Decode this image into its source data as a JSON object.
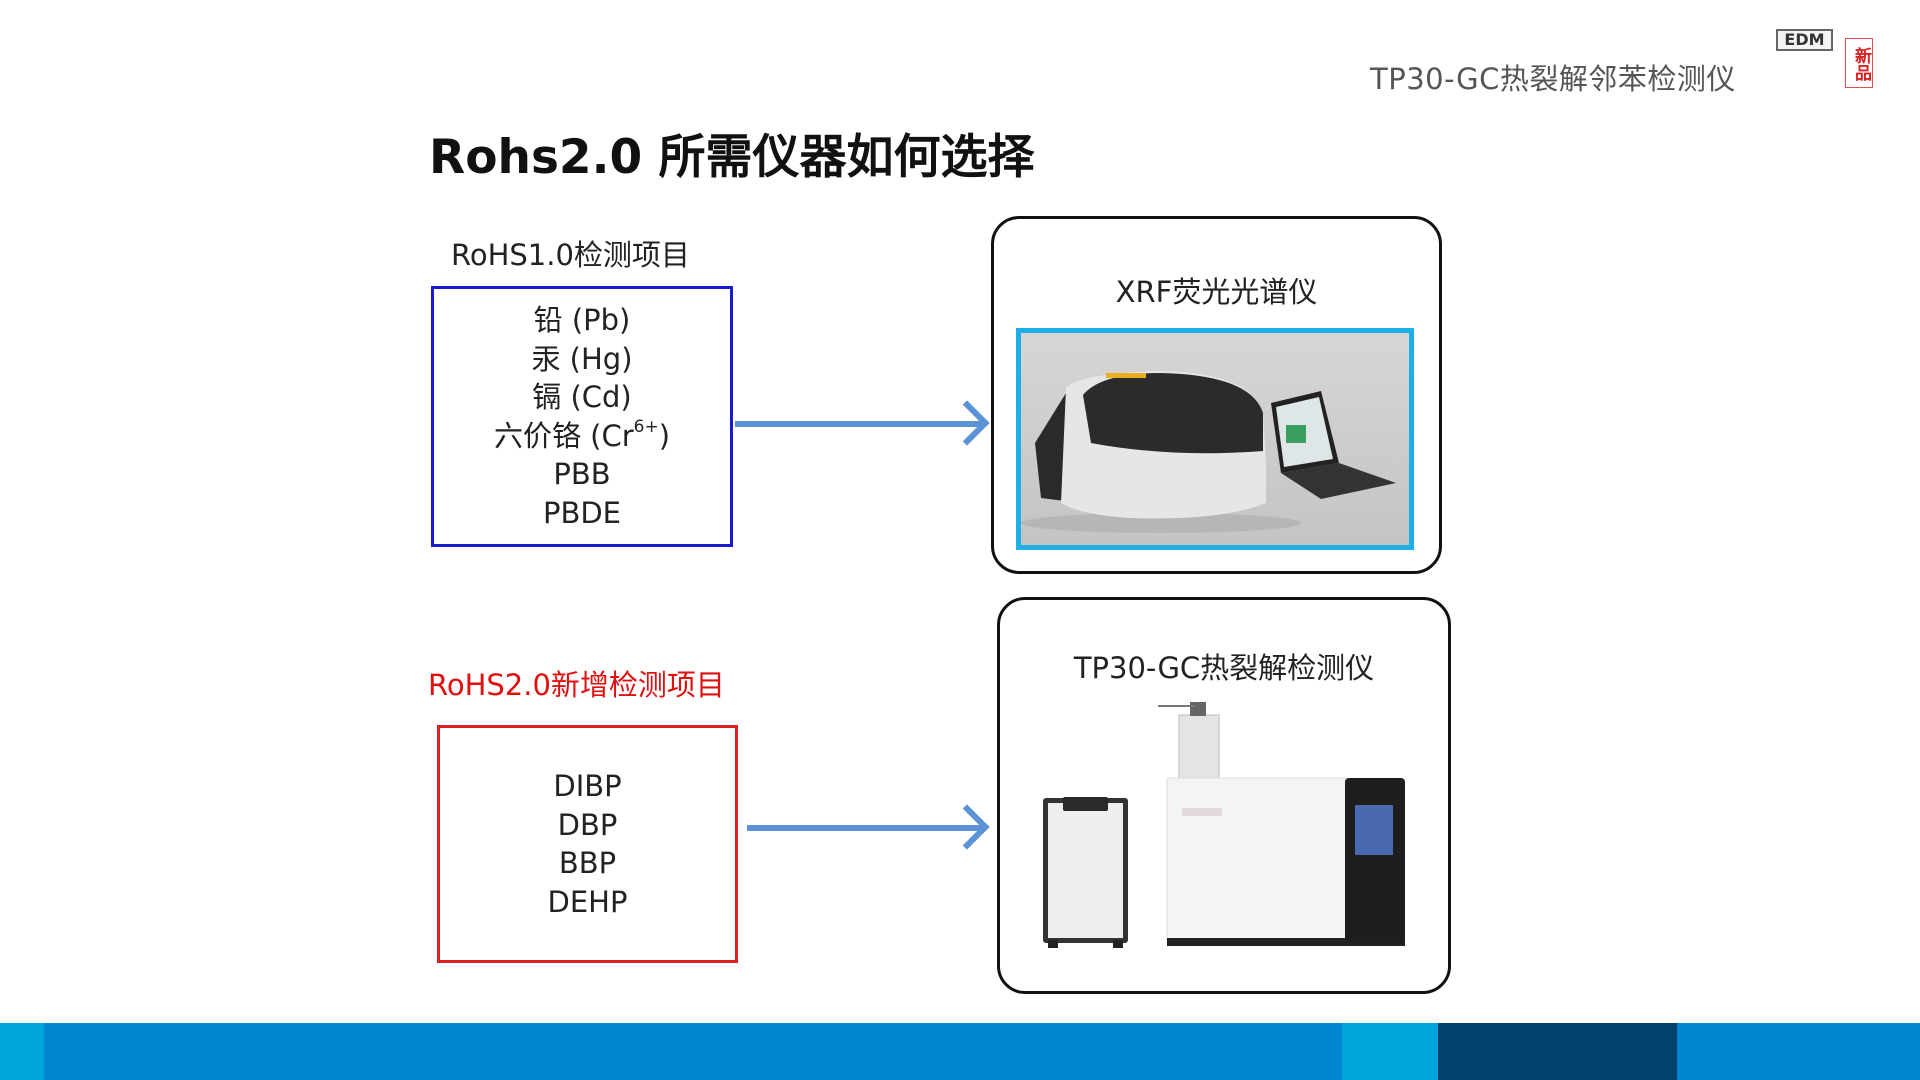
{
  "header": {
    "product_title": "TP30-GC热裂解邻苯检测仪",
    "brand_badge": "EDM",
    "new_stamp": "新品"
  },
  "slide_title": "Rohs2.0 所需仪器如何选择",
  "rohs1": {
    "label": "RoHS1.0检测项目",
    "items": [
      "铅 (Pb)",
      "汞 (Hg)",
      "镉 (Cd)",
      "六价铬 (Cr",
      "PBB",
      "PBDE"
    ],
    "cr_superscript": "6+",
    "cr_close": ")"
  },
  "rohs2": {
    "label": "RoHS2.0新增检测项目",
    "items": [
      "DIBP",
      "DBP",
      "BBP",
      "DEHP"
    ]
  },
  "instruments": {
    "xrf_title": "XRF荧光光谱仪",
    "gc_title": "TP30-GC热裂解检测仪"
  },
  "colors": {
    "rohs1_border": "#1a1ad0",
    "rohs2_accent": "#e01010",
    "arrow": "#5b93d6",
    "footer_main": "#0085d1",
    "footer_light": "#00a6db",
    "footer_dark": "#00426b"
  }
}
